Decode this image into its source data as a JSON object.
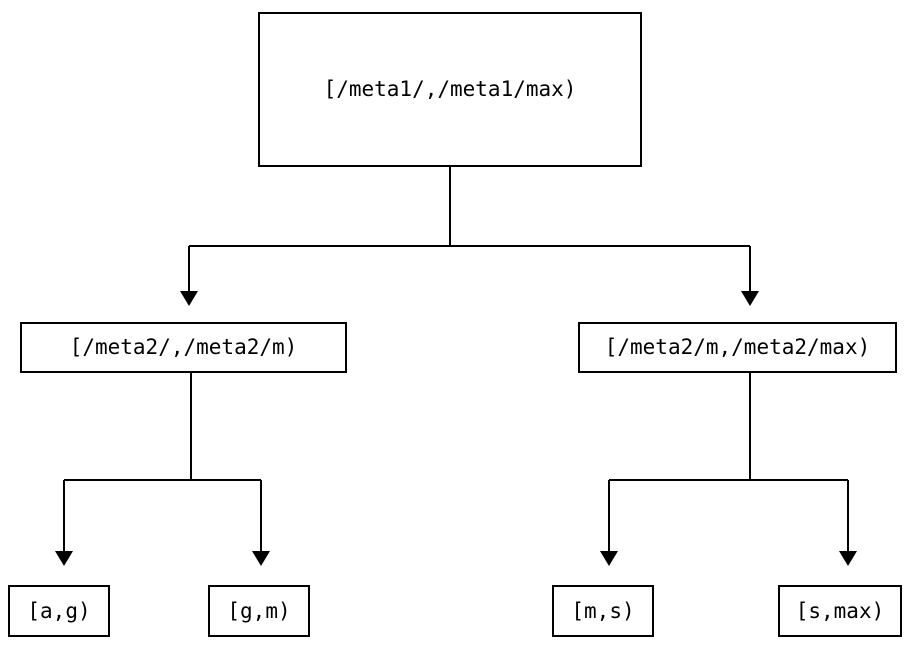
{
  "diagram": {
    "type": "tree",
    "title": "",
    "orientation": "top-down",
    "background_color": "#ffffff",
    "stroke_color": "#000000",
    "text_color": "#000000",
    "edge_style": "orthogonal-elbow",
    "arrowhead": "filled-triangle-down"
  },
  "nodes": {
    "root": {
      "id": "root",
      "label": "[/meta1/,/meta1/max)",
      "level": 0
    },
    "left_mid": {
      "id": "left_mid",
      "label": "[/meta2/,/meta2/m)",
      "level": 1
    },
    "right_mid": {
      "id": "right_mid",
      "label": "[/meta2/m,/meta2/max)",
      "level": 1
    },
    "leaf_ag": {
      "id": "leaf_ag",
      "label": "[a,g)",
      "level": 2
    },
    "leaf_gm": {
      "id": "leaf_gm",
      "label": "[g,m)",
      "level": 2
    },
    "leaf_ms": {
      "id": "leaf_ms",
      "label": "[m,s)",
      "level": 2
    },
    "leaf_smax": {
      "id": "leaf_smax",
      "label": "[s,max)",
      "level": 2
    }
  },
  "edges": [
    {
      "from": "root",
      "to": "left_mid"
    },
    {
      "from": "root",
      "to": "right_mid"
    },
    {
      "from": "left_mid",
      "to": "leaf_ag"
    },
    {
      "from": "left_mid",
      "to": "leaf_gm"
    },
    {
      "from": "right_mid",
      "to": "leaf_ms"
    },
    {
      "from": "right_mid",
      "to": "leaf_smax"
    }
  ]
}
